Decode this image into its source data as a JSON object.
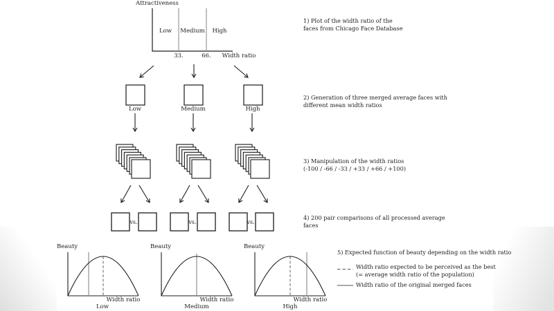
{
  "figure": {
    "background": "#ffffff",
    "ink_color": "#1d1d1d",
    "gray_line_color": "#8f8f8f"
  },
  "top_plot": {
    "y_axis_label": "Attractiveness",
    "x_axis_label": "Width ratio",
    "regions": [
      "Low",
      "Medium",
      "High"
    ],
    "ticks": [
      "33.",
      "66."
    ]
  },
  "steps": [
    {
      "lines": [
        "1) Plot of the width ratio of the",
        "faces from Chicago Face Database"
      ]
    },
    {
      "lines": [
        "2) Generation of three merged average faces with",
        "different mean width ratios"
      ]
    },
    {
      "lines": [
        "3) Manipulation of the width ratios",
        "(-100 / -66 / -33 / +33 / +66 / +100)"
      ]
    },
    {
      "lines": [
        "4) 200 pair comparisons of all processed average",
        "faces"
      ]
    },
    {
      "lines": [
        "5) Expected function of beauty depending on the width ratio"
      ]
    }
  ],
  "merged_faces": {
    "labels": [
      "Low",
      "Medium",
      "High"
    ]
  },
  "comparisons": {
    "vs_label": "vs."
  },
  "beauty_plots": {
    "y_axis_label": "Beauty",
    "x_axis_label": "Width ratio",
    "labels": [
      "Low",
      "Medium",
      "High"
    ],
    "marker_layout": [
      {
        "solid_line": "left-of-peak",
        "dashed_line": "at-peak"
      },
      {
        "solid_line": "at-peak",
        "dashed_line": "at-peak"
      },
      {
        "solid_line": "right-of-peak",
        "dashed_line": "at-peak"
      }
    ]
  },
  "legend": {
    "dashed_label_lines": [
      "Width ratio expected to be perceived as the best",
      "(= average width ratio of the population)"
    ],
    "solid_label_lines": [
      "Width ratio of the original merged faces"
    ]
  }
}
